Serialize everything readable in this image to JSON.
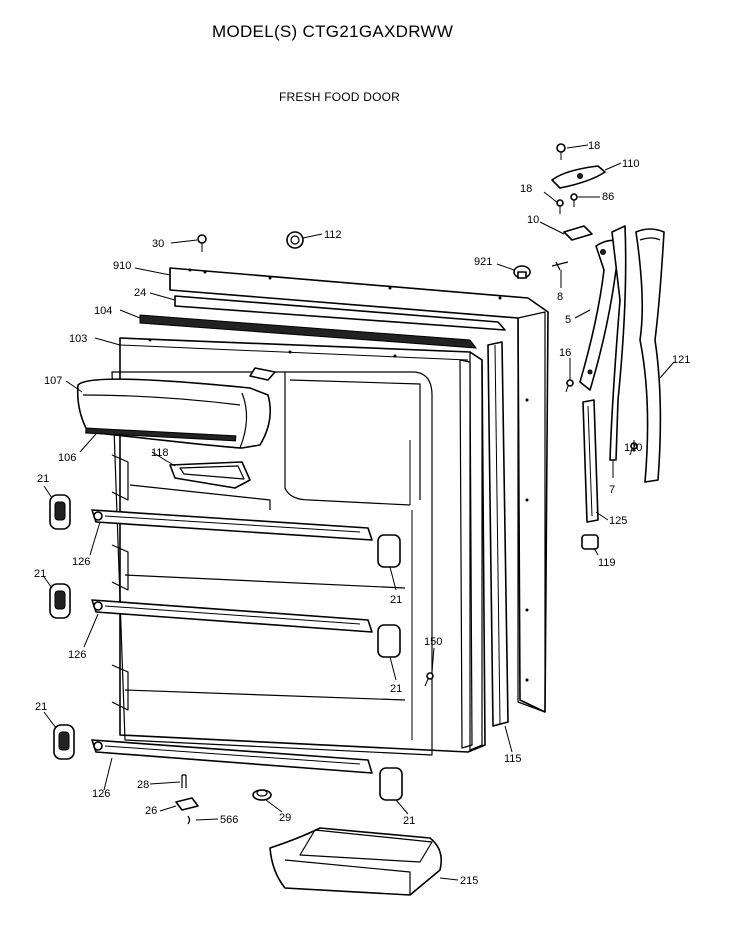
{
  "header": {
    "model_title": "MODEL(S) CTG21GAXDRWW",
    "section_title": "FRESH FOOD DOOR"
  },
  "callouts": [
    {
      "id": "c18a",
      "text": "18"
    },
    {
      "id": "c110",
      "text": "110"
    },
    {
      "id": "c18b",
      "text": "18"
    },
    {
      "id": "c86",
      "text": "86"
    },
    {
      "id": "c10",
      "text": "10"
    },
    {
      "id": "c30",
      "text": "30"
    },
    {
      "id": "c112",
      "text": "112"
    },
    {
      "id": "c910",
      "text": "910"
    },
    {
      "id": "c921",
      "text": "921"
    },
    {
      "id": "c8",
      "text": "8"
    },
    {
      "id": "c24",
      "text": "24"
    },
    {
      "id": "c104",
      "text": "104"
    },
    {
      "id": "c5",
      "text": "5"
    },
    {
      "id": "c103",
      "text": "103"
    },
    {
      "id": "c16",
      "text": "16"
    },
    {
      "id": "c121",
      "text": "121"
    },
    {
      "id": "c107",
      "text": "107"
    },
    {
      "id": "c106",
      "text": "106"
    },
    {
      "id": "c118",
      "text": "118"
    },
    {
      "id": "c120",
      "text": "120"
    },
    {
      "id": "c7",
      "text": "7"
    },
    {
      "id": "c21a",
      "text": "21"
    },
    {
      "id": "c125",
      "text": "125"
    },
    {
      "id": "c126a",
      "text": "126"
    },
    {
      "id": "c119",
      "text": "119"
    },
    {
      "id": "c21b",
      "text": "21"
    },
    {
      "id": "c21c",
      "text": "21"
    },
    {
      "id": "c150",
      "text": "150"
    },
    {
      "id": "c126b",
      "text": "126"
    },
    {
      "id": "c21d",
      "text": "21"
    },
    {
      "id": "c21e",
      "text": "21"
    },
    {
      "id": "c115",
      "text": "115"
    },
    {
      "id": "c28",
      "text": "28"
    },
    {
      "id": "c126c",
      "text": "126"
    },
    {
      "id": "c26",
      "text": "26"
    },
    {
      "id": "c566",
      "text": "566"
    },
    {
      "id": "c29",
      "text": "29"
    },
    {
      "id": "c21f",
      "text": "21"
    },
    {
      "id": "c215",
      "text": "215"
    }
  ]
}
